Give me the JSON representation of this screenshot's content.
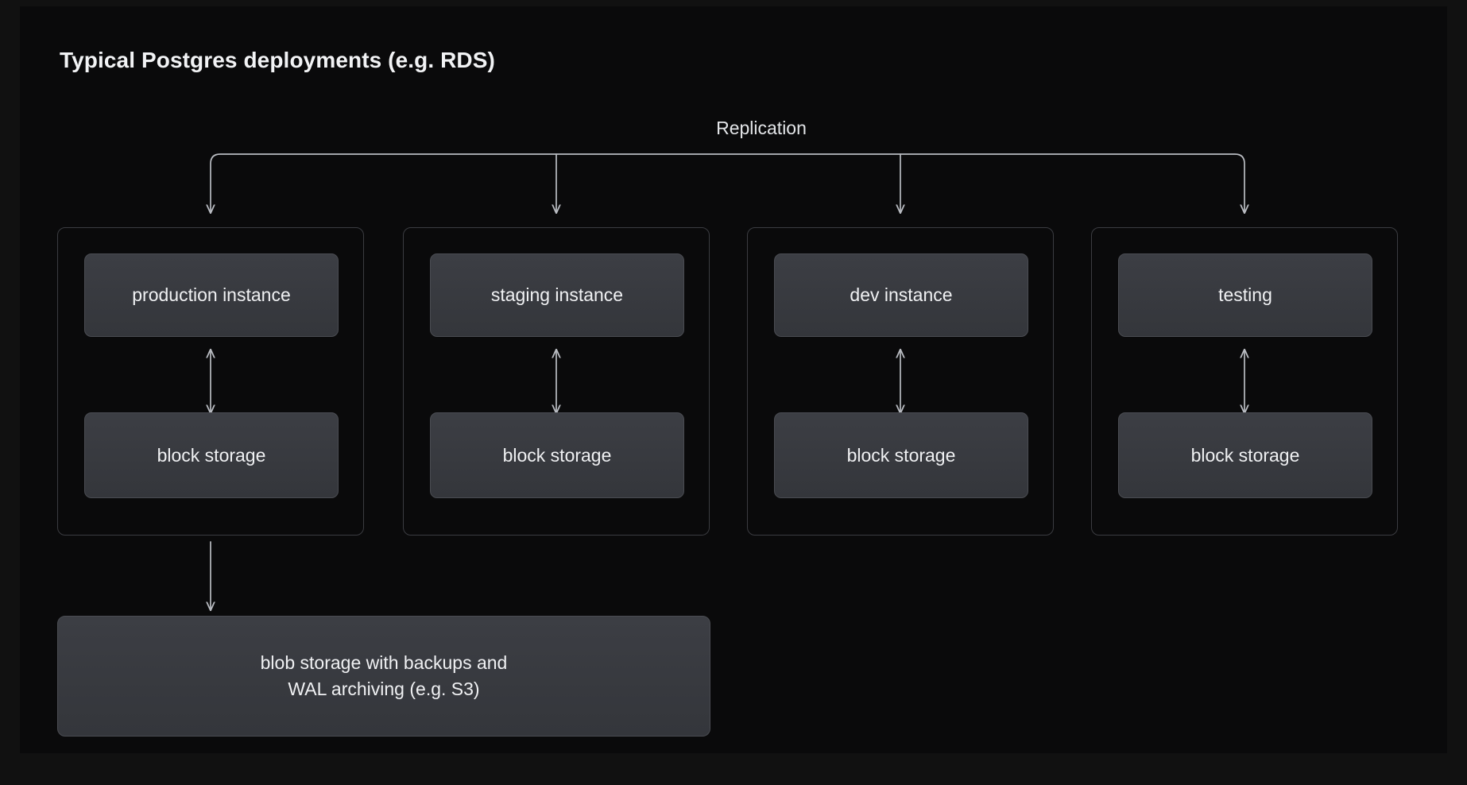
{
  "page": {
    "title": "Typical Postgres deployments (e.g. RDS)",
    "background_color": "#0a0a0b",
    "frame_color": "#111111",
    "text_color": "#f0f1f3"
  },
  "diagram": {
    "type": "block-diagram",
    "replication_label": "Replication",
    "node_fill_color": "#3a3c42",
    "node_border_color": "#4a4c52",
    "group_border_color": "#3b3c41",
    "connector_color": "#b9bcc2",
    "groups": [
      {
        "id": "production",
        "instance_label": "production instance",
        "storage_label": "block storage",
        "has_backup_link": true
      },
      {
        "id": "staging",
        "instance_label": "staging instance",
        "storage_label": "block storage",
        "has_backup_link": false
      },
      {
        "id": "dev",
        "instance_label": "dev instance",
        "storage_label": "block storage",
        "has_backup_link": false
      },
      {
        "id": "testing",
        "instance_label": "testing",
        "storage_label": "block storage",
        "has_backup_link": false
      }
    ],
    "blob_storage": {
      "line1": "blob storage with backups and",
      "line2": "WAL archiving (e.g. S3)"
    }
  }
}
